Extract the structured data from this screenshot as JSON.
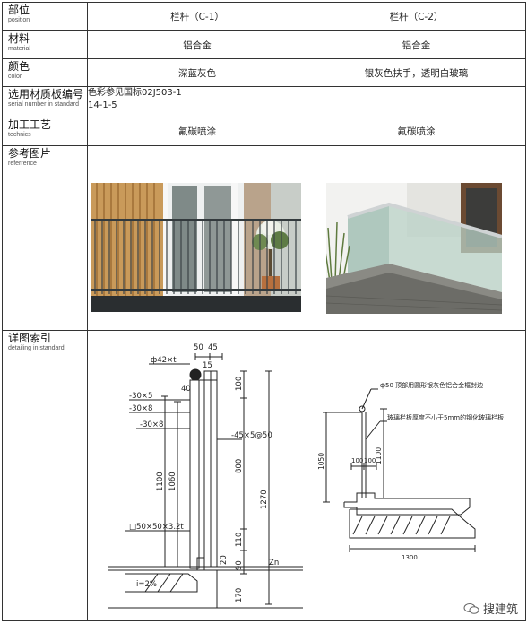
{
  "rows": {
    "position": {
      "cn": "部位",
      "en": "position",
      "c1": "栏杆（C-1）",
      "c2": "栏杆（C-2）"
    },
    "material": {
      "cn": "材料",
      "en": "material",
      "c1": "铝合金",
      "c2": "铝合金"
    },
    "color": {
      "cn": "颜色",
      "en": "color",
      "c1": "深蓝灰色",
      "c2": "银灰色扶手，透明白玻璃"
    },
    "serial": {
      "cn": "选用材质板编号",
      "en": "serial number in standard",
      "c1_line1": "色彩参见国标02J503-1",
      "c1_line2": "14-1-5",
      "c2": ""
    },
    "technics": {
      "cn": "加工工艺",
      "en": "technics",
      "c1": "氟碳喷涂",
      "c2": "氟碳喷涂"
    },
    "reference": {
      "cn": "参考图片",
      "en": "referrence"
    },
    "detail": {
      "cn": "详图索引",
      "en": "detailing in standard"
    }
  },
  "drawing_c1": {
    "dim_50": "50",
    "dim_45": "45",
    "dim_15": "15",
    "phi": "ф42×t",
    "dim_40": "40",
    "bar1": "-30×5",
    "bar2": "-30×8",
    "bar3": "-30×8",
    "dim_1100": "1100",
    "dim_1060": "1060",
    "dim_800": "800",
    "dim_1270": "1270",
    "dim_100": "100",
    "flat": "-45×5@50",
    "post": "□50×50×3.2t",
    "dim_110": "110",
    "dim_90": "90",
    "dim_170": "170",
    "dim_20": "20",
    "slope": "i=2%",
    "zn": "Zn"
  },
  "drawing_c2": {
    "note1": "ф50 顶部用圆形银灰色铝合金框封边",
    "note2": "玻璃栏板厚度不小于5mm的钢化玻璃栏板",
    "dim_1050": "1050",
    "dim_1100": "1100",
    "dim_100a": "100",
    "dim_100b": "100",
    "dim_1300": "1300"
  },
  "watermark": "搜建筑"
}
